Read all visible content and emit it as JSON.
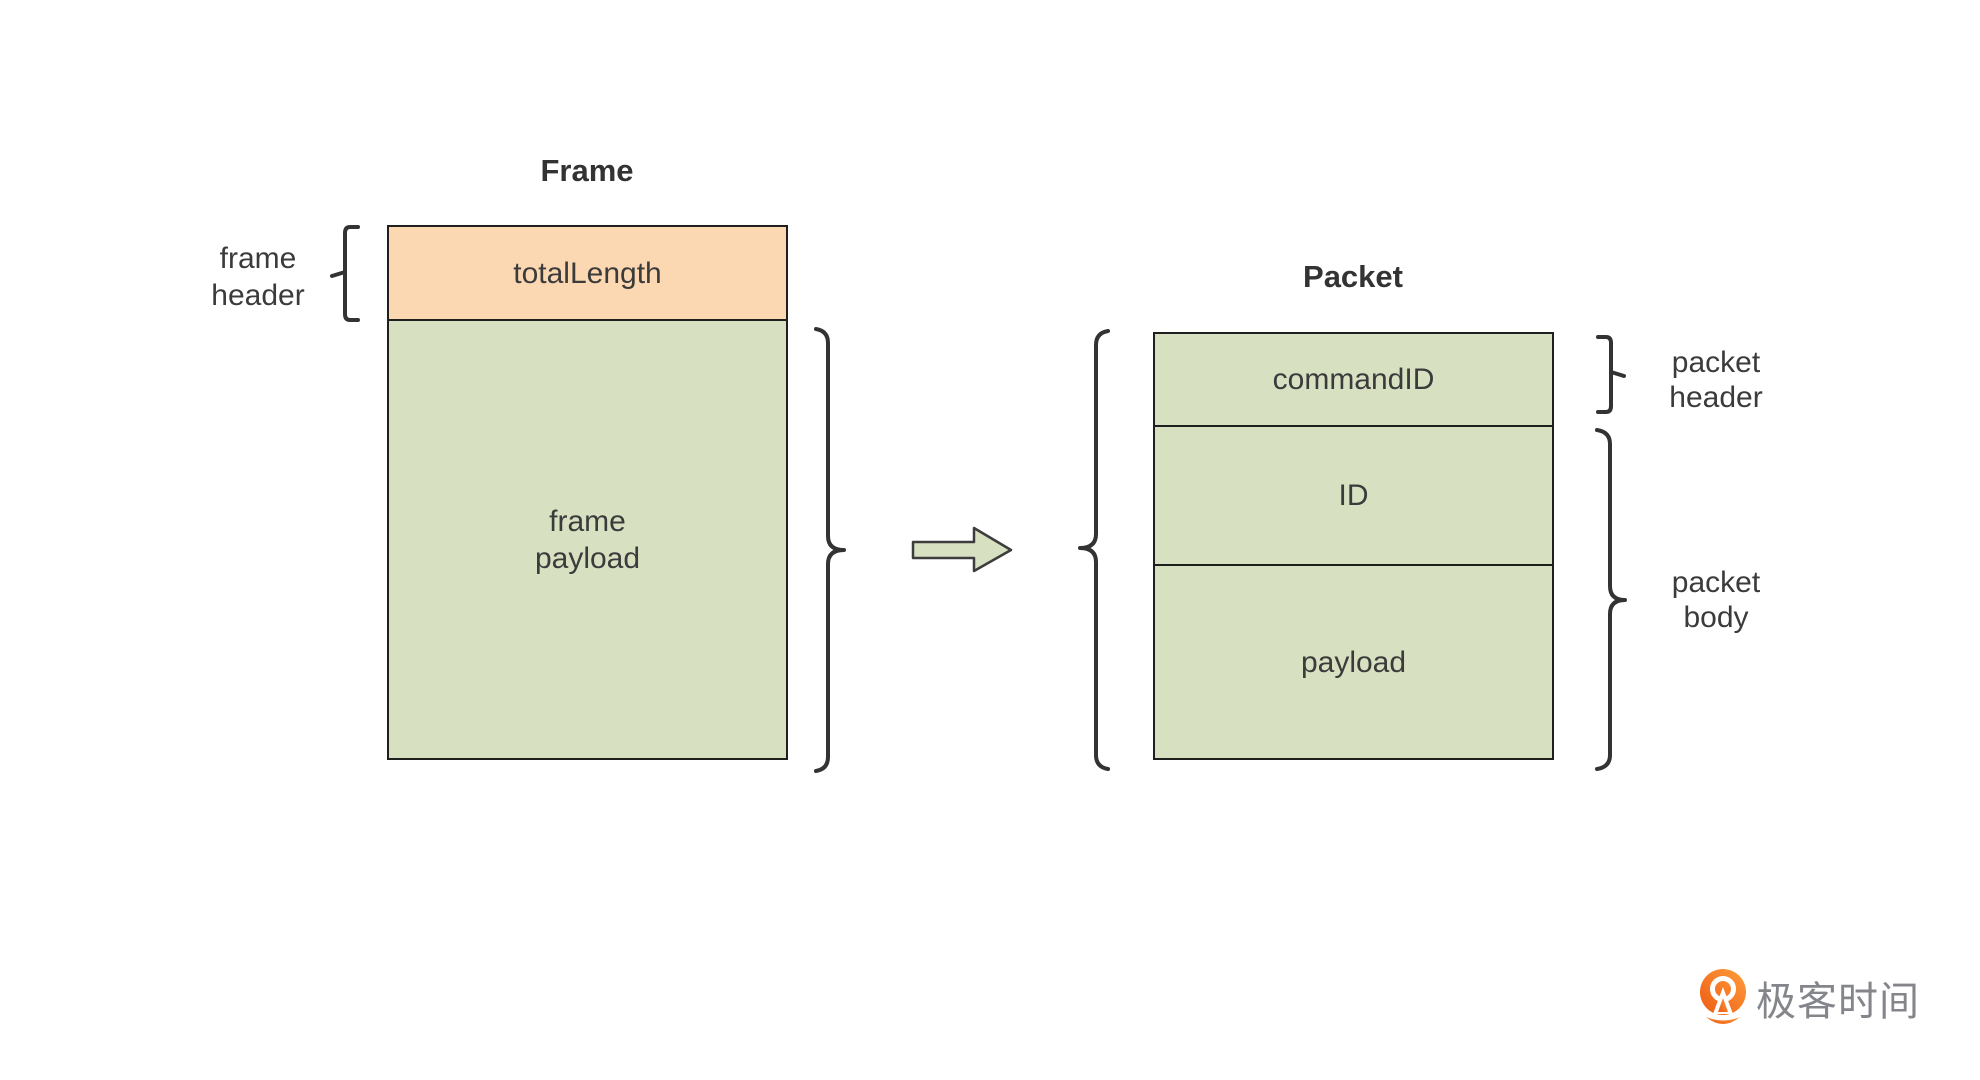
{
  "frame": {
    "title": "Frame",
    "header_label": {
      "line1": "frame",
      "line2": "header"
    },
    "sections": [
      {
        "label": "totalLength"
      }
    ],
    "payload_label": {
      "line1": "frame",
      "line2": "payload"
    }
  },
  "packet": {
    "title": "Packet",
    "sections": [
      {
        "label": "commandID"
      },
      {
        "label": "ID"
      },
      {
        "label": "payload"
      }
    ],
    "header_label": {
      "line1": "packet",
      "line2": "header"
    },
    "body_label": {
      "line1": "packet",
      "line2": "body"
    }
  },
  "icons": {
    "flow_arrow": "right-block-arrow",
    "logo_mark": "geektime-orange-pin"
  },
  "logo": {
    "text": "极客时间"
  },
  "colors": {
    "orange_fill": "#fbd8b1",
    "green_fill": "#d7e1c2",
    "border": "#1f1f1f",
    "brace": "#333333",
    "text": "#3b3b3b",
    "logo_orange": "#f3661f",
    "logo_text": "#84868b"
  }
}
